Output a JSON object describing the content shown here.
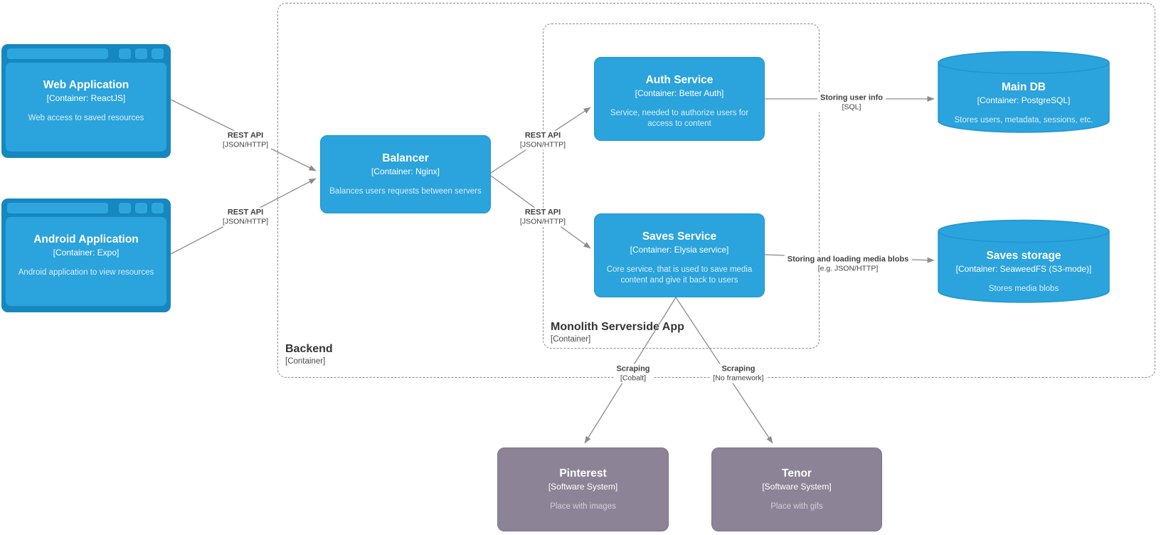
{
  "containers": {
    "backend": {
      "title": "Backend",
      "subtitle": "[Container]"
    },
    "monolith": {
      "title": "Monolith Serverside App",
      "subtitle": "[Container]"
    }
  },
  "nodes": {
    "web_app": {
      "title": "Web Application",
      "subtitle": "[Container: ReactJS]",
      "description": "Web access to saved resources"
    },
    "android_app": {
      "title": "Android Application",
      "subtitle": "[Container: Expo]",
      "description": "Android application to view resources"
    },
    "balancer": {
      "title": "Balancer",
      "subtitle": "[Container: Nginx]",
      "description": "Balances users requests between servers"
    },
    "auth_service": {
      "title": "Auth Service",
      "subtitle": "[Container: Better Auth]",
      "description": "Service, needed to authorize users for access to content"
    },
    "saves_service": {
      "title": "Saves Service",
      "subtitle": "[Container: Elysia service]",
      "description": "Core service, that is used to save media content and give it back to users"
    },
    "main_db": {
      "title": "Main DB",
      "subtitle": "[Container: PostgreSQL]",
      "description": "Stores users, metadata, sessions, etc."
    },
    "saves_storage": {
      "title": "Saves storage",
      "subtitle": "[Container: SeaweedFS (S3-mode)]",
      "description": "Stores media blobs"
    },
    "pinterest": {
      "title": "Pinterest",
      "subtitle": "[Software System]",
      "description": "Place with images"
    },
    "tenor": {
      "title": "Tenor",
      "subtitle": "[Software System]",
      "description": "Place with gifs"
    }
  },
  "edges": {
    "web_balancer": {
      "label": "REST API",
      "tech": "[JSON/HTTP]"
    },
    "android_balancer": {
      "label": "REST API",
      "tech": "[JSON/HTTP]"
    },
    "balancer_auth": {
      "label": "REST API",
      "tech": "[JSON/HTTP]"
    },
    "balancer_saves": {
      "label": "REST API",
      "tech": "[JSON/HTTP]"
    },
    "auth_maindb": {
      "label": "Storing user info",
      "tech": "[SQL]"
    },
    "saves_savesstorage": {
      "label": "Storing and loading media blobs",
      "tech": "[e.g. JSON/HTTP]"
    },
    "saves_pinterest": {
      "label": "Scraping",
      "tech": "[Cobalt]"
    },
    "saves_tenor": {
      "label": "Scraping",
      "tech": "[No framework]"
    }
  },
  "colors": {
    "node_blue": "#2BA3DC",
    "node_blue_border": "#2196CF",
    "browser_frame_blue": "#1787C0",
    "external_gray": "#8C8496",
    "external_gray_border": "#7C7389",
    "line_gray": "#8C8C8C",
    "boundary_dash_gray": "#8A8A8A"
  }
}
